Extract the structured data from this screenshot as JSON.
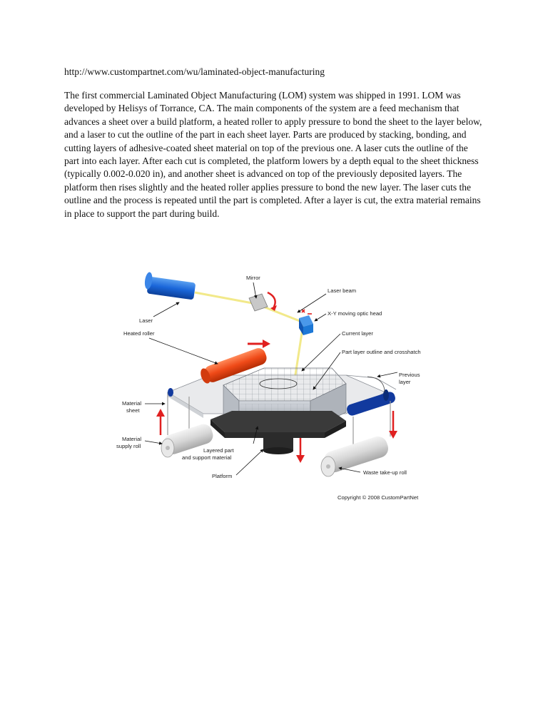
{
  "document": {
    "url": "http://www.custompartnet.com/wu/laminated-object-manufacturing",
    "paragraph": "The first commercial Laminated Object Manufacturing (LOM) system was shipped in 1991. LOM was developed by Helisys of Torrance, CA. The main components of the system are a feed mechanism that advances a sheet over a build platform, a heated roller to apply pressure to bond the sheet to the layer below, and a laser to cut the outline of the part in each sheet layer. Parts are produced by stacking, bonding, and cutting layers of adhesive-coated sheet material on top of the previous one. A laser cuts the outline of the part into each layer. After each cut is completed, the platform lowers by a depth equal to the sheet thickness (typically 0.002-0.020 in), and another sheet is advanced on top of the previously deposited layers. The platform then rises slightly and the heated roller applies pressure to bond the new layer. The laser cuts the outline and the process is repeated until the part is completed. After a layer is cut, the extra material remains in place to support the part during build."
  },
  "figure": {
    "labels": {
      "mirror": "Mirror",
      "laser_beam": "Laser beam",
      "laser": "Laser",
      "xy_head": "X-Y moving optic head",
      "heated_roller": "Heated roller",
      "current_layer": "Current layer",
      "part_outline": "Part layer outline and crosshatch",
      "previous_layer_1": "Previous",
      "previous_layer_2": "layer",
      "material_sheet_1": "Material",
      "material_sheet_2": "sheet",
      "supply_roll_1": "Material",
      "supply_roll_2": "supply roll",
      "layered_part_1": "Layered part",
      "layered_part_2": "and support material",
      "platform": "Platform",
      "waste_roll": "Waste take-up roll",
      "copyright": "Copyright © 2008 CustomPartNet"
    },
    "colors": {
      "laser_body": "#1a66d9",
      "laser_beam": "#f2e98a",
      "heated_roller": "#ef4a18",
      "optic_head": "#1d78d6",
      "arrows": "#e02020",
      "roll_accent": "#123a9e",
      "platform": "#2b2b2b"
    }
  }
}
